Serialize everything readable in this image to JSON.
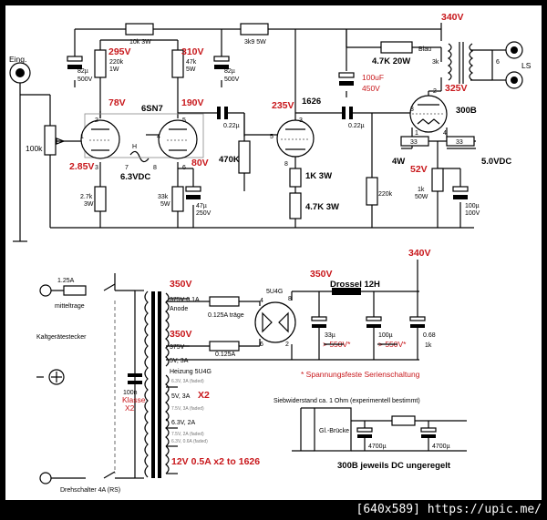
{
  "footer": {
    "caption": "[640x589] https://upic.me/"
  },
  "amp": {
    "labels": {
      "eing": "Eing.",
      "pot_100k": "100k",
      "cap_82u": "82µ",
      "cap_500v": "500V",
      "r_10k3w": "10k 3W",
      "r_220k": "220k",
      "r_220k_w": "1W",
      "r_47k": "47k",
      "r_47k_w": "5W",
      "r_3k9": "3k9 5W",
      "r_4k7": "4.7K  20W",
      "ot_3k": "3k",
      "ot_blau": "Blau",
      "ot_6": "6",
      "ls": "LS",
      "tube1": "6SN7",
      "tube2": "1626",
      "tube3": "300B",
      "heater_h": "H",
      "heater_v": "6.3VDC",
      "cap_022": "0.22µ",
      "r_470k": "470K",
      "r_1k3w": "1K 3W",
      "r_4k7_3w": "4.7K 3W",
      "r_2k7": "2.7k",
      "r_2k7_w": "3W",
      "r_33k": "33k",
      "r_33k_w": "5W",
      "cap_47u": "47µ",
      "cap_250v": "250V",
      "r_220k_grid": "220k",
      "r_33": "33",
      "w4": "4W",
      "fil_v": "5.0VDC",
      "r_1k50": "1k",
      "r_1k50_w": "50W",
      "cap_100u": "100µ",
      "cap_100v": "100V",
      "p1": "1",
      "p2": "2",
      "p3": "3",
      "p4": "4",
      "p5": "5",
      "p6": "6",
      "p7": "7",
      "p8": "8"
    },
    "voltages": {
      "v340": "340V",
      "v295": "295V",
      "v310": "310V",
      "v78": "78V",
      "v190": "190V",
      "v235": "235V",
      "v285": "2.85V",
      "v80": "80V",
      "v325": "325V",
      "v52": "52V",
      "cap_100uf": "100uF",
      "cap_450v": "450V"
    }
  },
  "psu": {
    "v340": "340V",
    "v350_out": "350V",
    "fuse": "1.25A",
    "fuse_type": "mitteltrage",
    "inlet": "Kaltgerätestecker",
    "cap_100n": "100n",
    "klasse": "Klasse",
    "x2": "X2",
    "switch": "Drehschalter 4A (RS)",
    "v350": "350V",
    "v375_01a": "375V  0.1A",
    "anode": "Anode",
    "fuse_0125_trage": "0.125A träge",
    "v375": "375V",
    "fuse_0125": "0.125A",
    "v5_3a": "5V, 3A",
    "heizung": "Heizung 5U4G",
    "rect_tube": "5U4G",
    "pin4": "4",
    "pin8": "8",
    "pin6": "6",
    "pin2": "2",
    "choke": "Drossel 12H",
    "cap_33u": "33µ",
    "v550": "> 550V*",
    "cap_100u": "100µ",
    "r_068": "0.68",
    "r_1k": "1k",
    "note": "* Spannungsfeste Serienschaltung",
    "v63_2a": "6.3V, 2A",
    "v12": "12V 0.5A  x2 to 1626",
    "sieb": "Siebwiderstand ca. 1 Ohm (experimentell bestimmt)",
    "bridge": "Gl.-Brücke",
    "cap_4700": "4700µ",
    "dc_note": "300B jeweils DC ungeregelt",
    "greyed1": "6.3V, 3A (faded)",
    "greyed2": "7.5V, 3A (faded)",
    "greyed3": "7.5V, 2A (faded)",
    "greyed4": "6.3V, 0.6A (faded)"
  }
}
